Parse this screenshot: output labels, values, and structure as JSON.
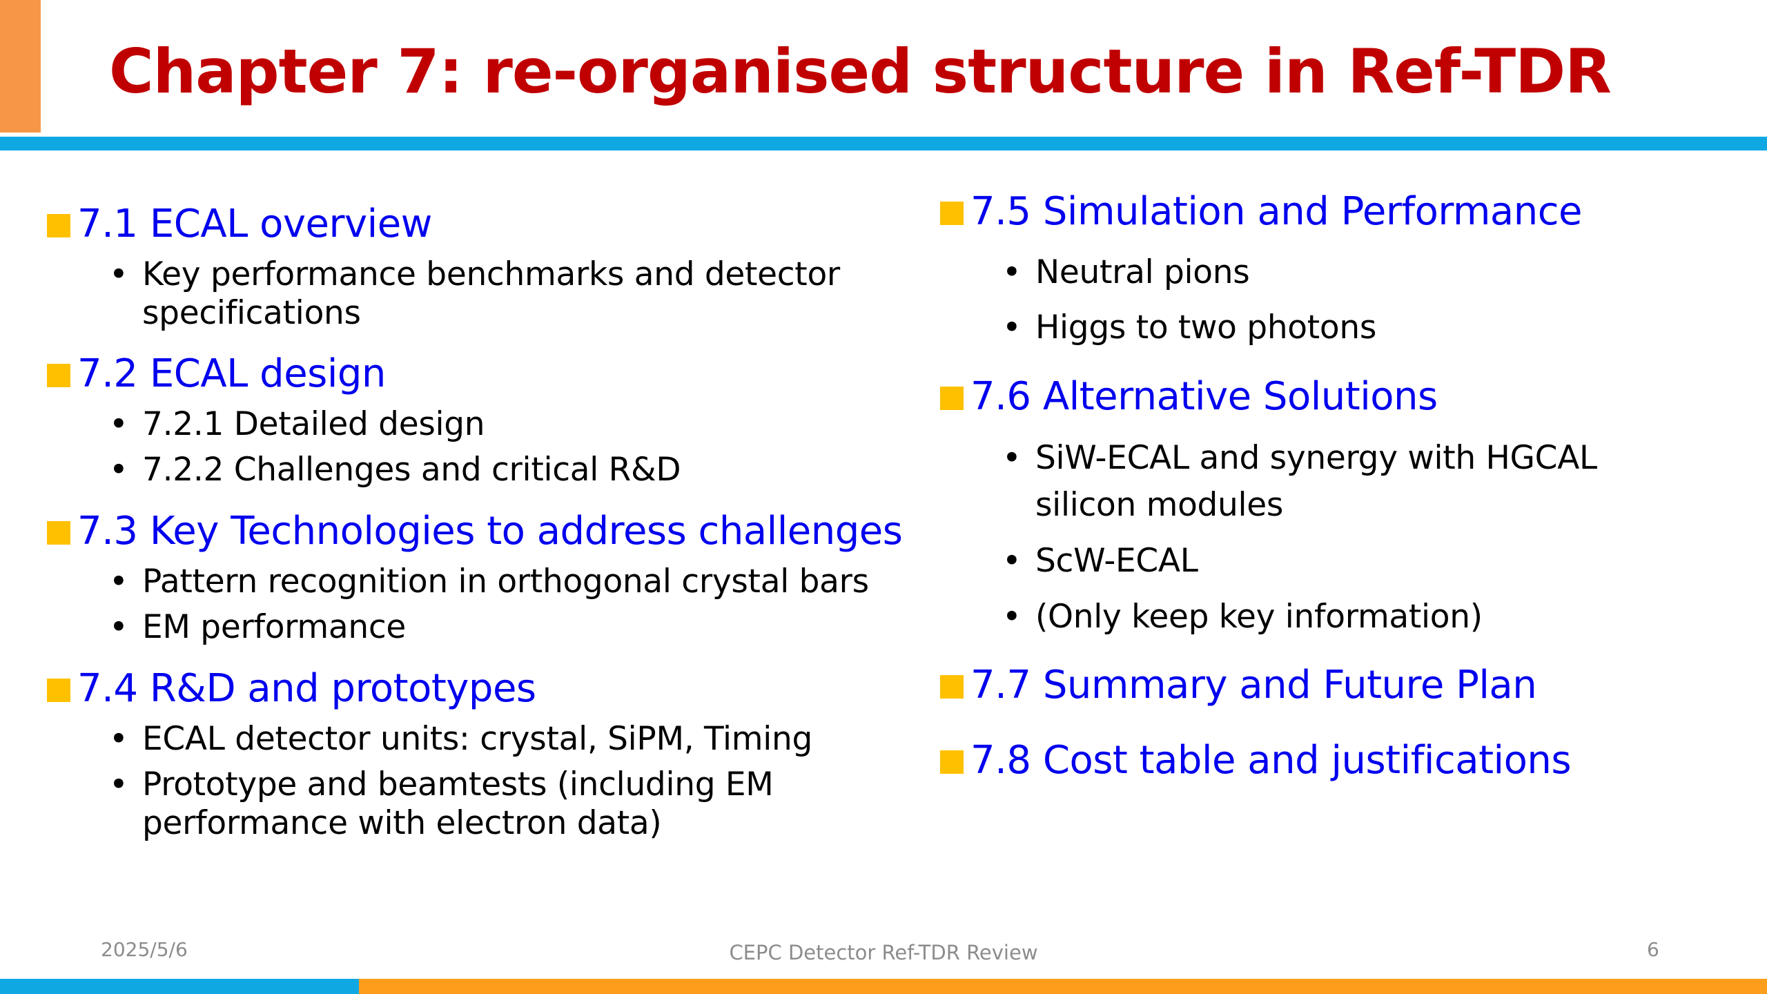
{
  "slide": {
    "title": "Chapter 7: re-organised structure in Ref-TDR",
    "colors": {
      "title": "#c00000",
      "section_title": "#0000ee",
      "section_bullet": "#ffc000",
      "top_bar": "#10a8e3",
      "left_accent": "#f79646",
      "bottom_bar_left": "#10a8e3",
      "bottom_bar_right": "#fc9d1c"
    },
    "left_column": [
      {
        "title": "7.1 ECAL overview",
        "items": [
          "Key performance benchmarks and detector",
          "specifications"
        ]
      },
      {
        "title": "7.2 ECAL design",
        "items": [
          "7.2.1 Detailed design",
          "7.2.2 Challenges and critical R&D"
        ]
      },
      {
        "title": "7.3 Key Technologies to address challenges",
        "items": [
          "Pattern recognition in orthogonal crystal bars",
          "EM performance"
        ]
      },
      {
        "title": "7.4 R&D and prototypes",
        "items": [
          "ECAL detector units: crystal, SiPM, Timing",
          "Prototype and beamtests (including EM",
          "performance with electron data)"
        ]
      }
    ],
    "right_column": [
      {
        "title": "7.5 Simulation and Performance",
        "items": [
          "Neutral pions",
          "Higgs to two photons"
        ]
      },
      {
        "title": "7.6 Alternative Solutions",
        "items": [
          "SiW-ECAL and synergy with HGCAL",
          "silicon modules",
          "ScW-ECAL",
          "(Only keep key information)"
        ]
      },
      {
        "title": "7.7 Summary and Future Plan",
        "items": []
      },
      {
        "title": "7.8 Cost table and justifications",
        "items": []
      }
    ],
    "bullet_glyph": "•",
    "footer": {
      "date": "2025/5/6",
      "center": "CEPC Detector Ref-TDR Review",
      "page": "6"
    }
  }
}
